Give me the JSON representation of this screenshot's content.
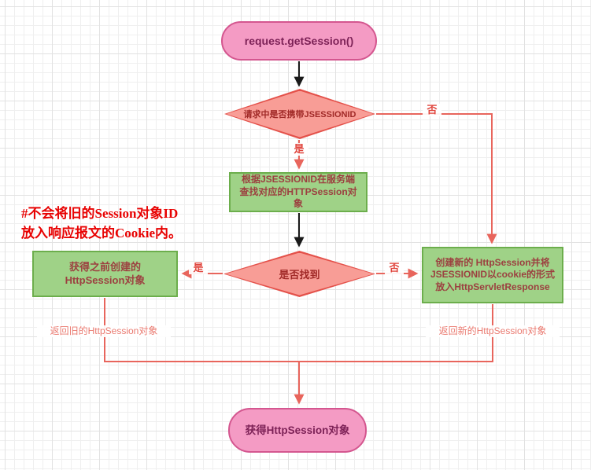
{
  "flowchart": {
    "nodes": {
      "start": {
        "label": "request.getSession()"
      },
      "decision_jsessionid": {
        "label": "请求中是否携带JSESSIONID"
      },
      "lookup": {
        "label": "根据JSESSIONID在服务端查找对应的HTTPSession对象"
      },
      "decision_found": {
        "label": "是否找到"
      },
      "get_old_session": {
        "label": "获得之前创建的HttpSession对象"
      },
      "create_new_session": {
        "label": "创建新的 HttpSession并将JSESSIONID以cookie的形式放入HttpServletResponse"
      },
      "end": {
        "label": "获得HttpSession对象"
      }
    },
    "edge_labels": {
      "yes_top": "是",
      "no_top": "否",
      "yes_found": "是",
      "no_found": "否",
      "return_old": "返回旧的HttpSession对象",
      "return_new": "返回新的HttpSession对象"
    },
    "annotation": {
      "line1": "#不会将旧的Session对象ID",
      "line2": "放入响应报文的Cookie内。"
    },
    "colors": {
      "terminal_fill": "#f49bc4",
      "terminal_border": "#d4568f",
      "decision_fill": "#f89d96",
      "decision_border": "#e4514a",
      "process_fill": "#9fd287",
      "process_border": "#6cae4c",
      "connector_red": "#e8655c",
      "connector_black": "#1a1a1a",
      "annotation_red": "#e80202"
    }
  }
}
